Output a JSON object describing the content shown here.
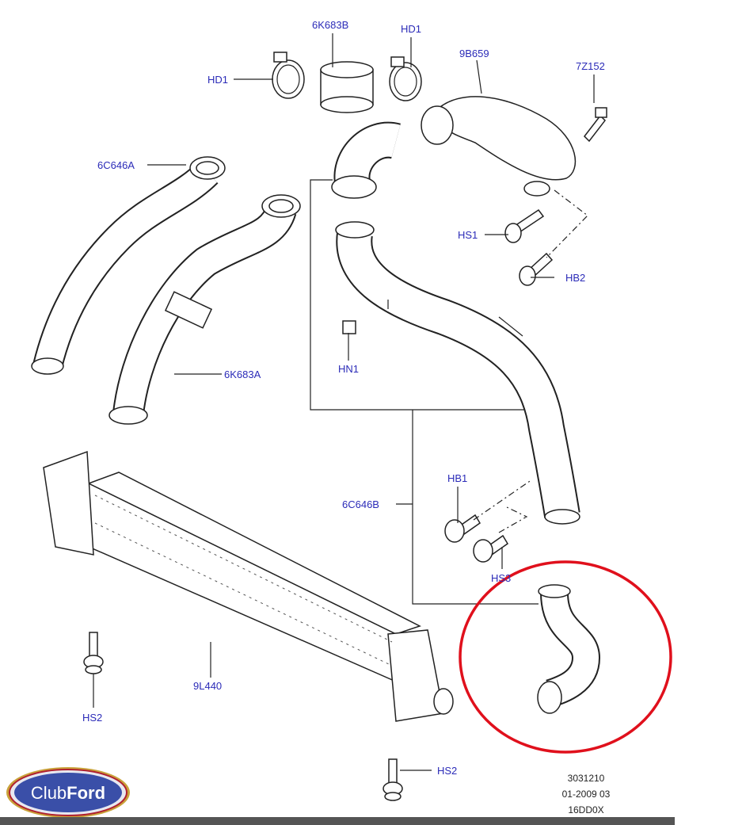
{
  "diagram": {
    "labels": {
      "p6K683B": "6K683B",
      "hd1_top": "HD1",
      "hd1_left": "HD1",
      "p9B659": "9B659",
      "p7Z152": "7Z152",
      "p6C646A": "6C646A",
      "hs1": "HS1",
      "hb2": "HB2",
      "hn1": "HN1",
      "p6K683A": "6K683A",
      "hb1": "HB1",
      "p6C646B": "6C646B",
      "hs3": "HS3",
      "p9L440": "9L440",
      "hs2_left": "HS2",
      "hs2_bottom": "HS2"
    },
    "reference": [
      "3031210",
      "01-2009 03",
      "16DD0X"
    ],
    "logo": {
      "text_light": "Club",
      "text_bold": "Ford"
    },
    "highlight_color": "#e0101c"
  }
}
